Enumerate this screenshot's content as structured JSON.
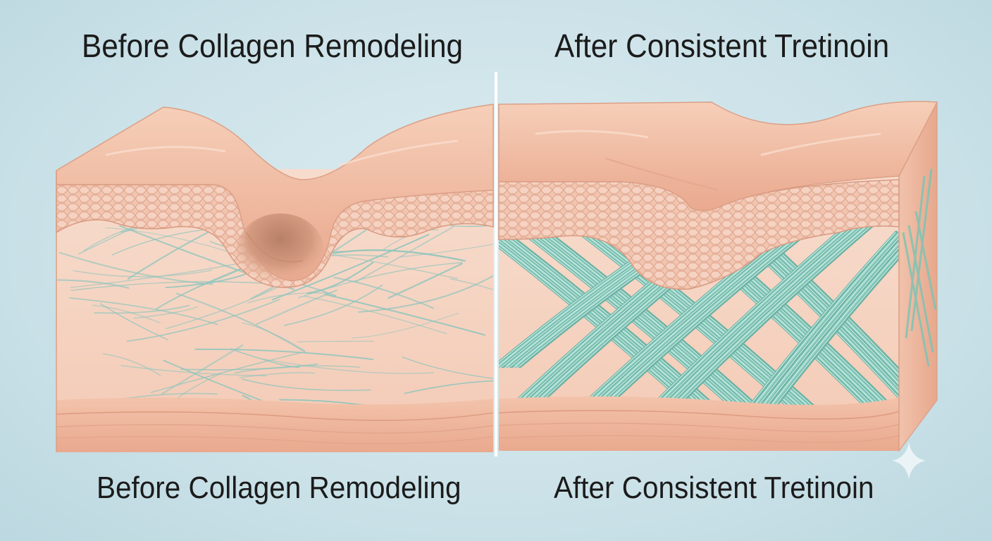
{
  "panels": [
    {
      "title": "Before Collagen Remodeling",
      "label": "Before Collagen Remodeling",
      "collagen_state": "sparse, disorganized thin fibers",
      "surface_state": "deep depression"
    },
    {
      "title": "After Consistent Tretinoin",
      "label": "After Consistent Tretinoin",
      "collagen_state": "dense, organized fiber bundles",
      "surface_state": "shallow depression"
    }
  ],
  "colors": {
    "background": "#cfe4ea",
    "skin_surface": "#efb9a0",
    "epidermis_cells": "#f0c2ad",
    "dermis": "#f6d8c8",
    "fibers_thin": "#8fc5bd",
    "fibers_bundle": "#7ec3b4",
    "subcutis": "#efb59c",
    "divider": "#ffffff"
  }
}
